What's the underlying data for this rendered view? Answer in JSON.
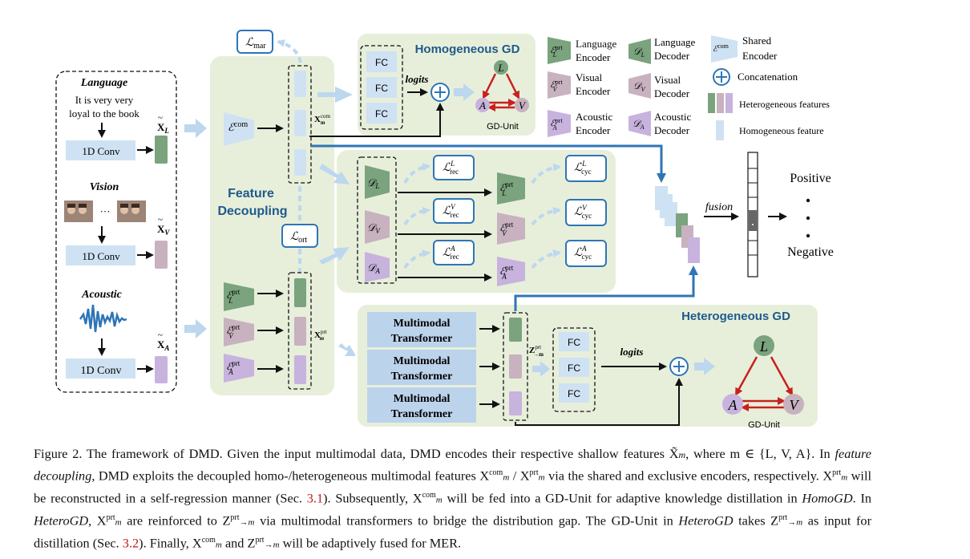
{
  "input": {
    "language_title": "Language",
    "language_text_1": "It is very very",
    "language_text_2": "loyal to the book",
    "vision_title": "Vision",
    "acoustic_title": "Acoustic",
    "conv_label": "1D Conv",
    "ellipsis": "···",
    "xl": "X̃L",
    "xv": "X̃V",
    "xa": "X̃A"
  },
  "decoupling": {
    "title_line1": "Feature",
    "title_line2": "Decoupling",
    "enc_com": "ℰcom",
    "enc_prt_l": "ℰprt L",
    "enc_prt_v": "ℰprt V",
    "enc_prt_a": "ℰprt A",
    "x_com": "Xcom m",
    "x_prt": "Xprt m",
    "loss_mar": "ℒmar",
    "loss_ort": "ℒort",
    "dec_l": "𝒟L",
    "dec_v": "𝒟V",
    "dec_a": "𝒟A",
    "loss_rec_l": "ℒL rec",
    "loss_rec_v": "ℒV rec",
    "loss_rec_a": "ℒA rec",
    "loss_cyc_l": "ℒL cyc",
    "loss_cyc_v": "ℒV cyc",
    "loss_cyc_a": "ℒA cyc"
  },
  "homo": {
    "title": "Homogeneous GD",
    "fc": "FC",
    "logits": "logits",
    "gd_unit": "GD-Unit",
    "node_l": "L",
    "node_a": "A",
    "node_v": "V"
  },
  "hetero": {
    "title": "Heterogeneous GD",
    "mt_line1": "Multimodal",
    "mt_line2": "Transformer",
    "fc": "FC",
    "logits": "logits",
    "z_prt": "Zprt →m",
    "gd_unit": "GD-Unit",
    "node_l": "L",
    "node_a": "A",
    "node_v": "V"
  },
  "legend": {
    "lang_enc_1": "Language",
    "lang_enc_2": "Encoder",
    "lang_dec_1": "Language",
    "lang_dec_2": "Decoder",
    "shared_enc_1": "Shared",
    "shared_enc_2": "Encoder",
    "vis_enc_1": "Visual",
    "vis_enc_2": "Encoder",
    "vis_dec_1": "Visual",
    "vis_dec_2": "Decoder",
    "concat": "Concatenation",
    "ac_enc_1": "Acoustic",
    "ac_enc_2": "Encoder",
    "ac_dec_1": "Acoustic",
    "ac_dec_2": "Decoder",
    "hetero_feat": "Heterogeneous features",
    "homo_feat": "Homogeneous feature"
  },
  "output": {
    "fusion": "fusion",
    "positive": "Positive",
    "negative": "Negative"
  },
  "caption": {
    "p1": "Figure 2. The framework of DMD. Given the input multimodal data, DMD encodes their respective shallow features X̃",
    "p2": ", where m ∈ {L, V, A}. In ",
    "p3": "feature decoupling",
    "p4": ", DMD exploits the decoupled homo-/heterogeneous multimodal features X",
    "p5": " / X",
    "p6": " via the shared and exclusive encoders, respectively. X",
    "p7": " will be reconstructed in a self-regression manner (Sec. ",
    "ref1": "3.1",
    "p8": "). Subsequently, X",
    "p9": " will be fed into a GD-Unit for adaptive knowledge distillation in ",
    "p10": "HomoGD",
    "p11": ". In ",
    "p12": "HeteroGD",
    "p13": ", X",
    "p14": " are reinforced to Z",
    "p15": " via multimodal transformers to bridge the distribution gap. The GD-Unit in ",
    "p16": "HeteroGD",
    "p17": " takes Z",
    "p18": " as input for distillation (Sec. ",
    "ref2": "3.2",
    "p19": "). Finally, X",
    "p20": " and Z",
    "p21": " will be adaptively fused for MER."
  },
  "colors": {
    "green_panel": "#e7efdb",
    "blue_block": "#cfe2f3",
    "green_block": "#7aa37e",
    "pink_block": "#c8b2bf",
    "purple_block": "#c7b3dd",
    "arrow_blue": "#2e75b6",
    "red": "#c9201f",
    "fc_blue": "#cfe2f3",
    "mt_blue": "#bcd3ec"
  }
}
